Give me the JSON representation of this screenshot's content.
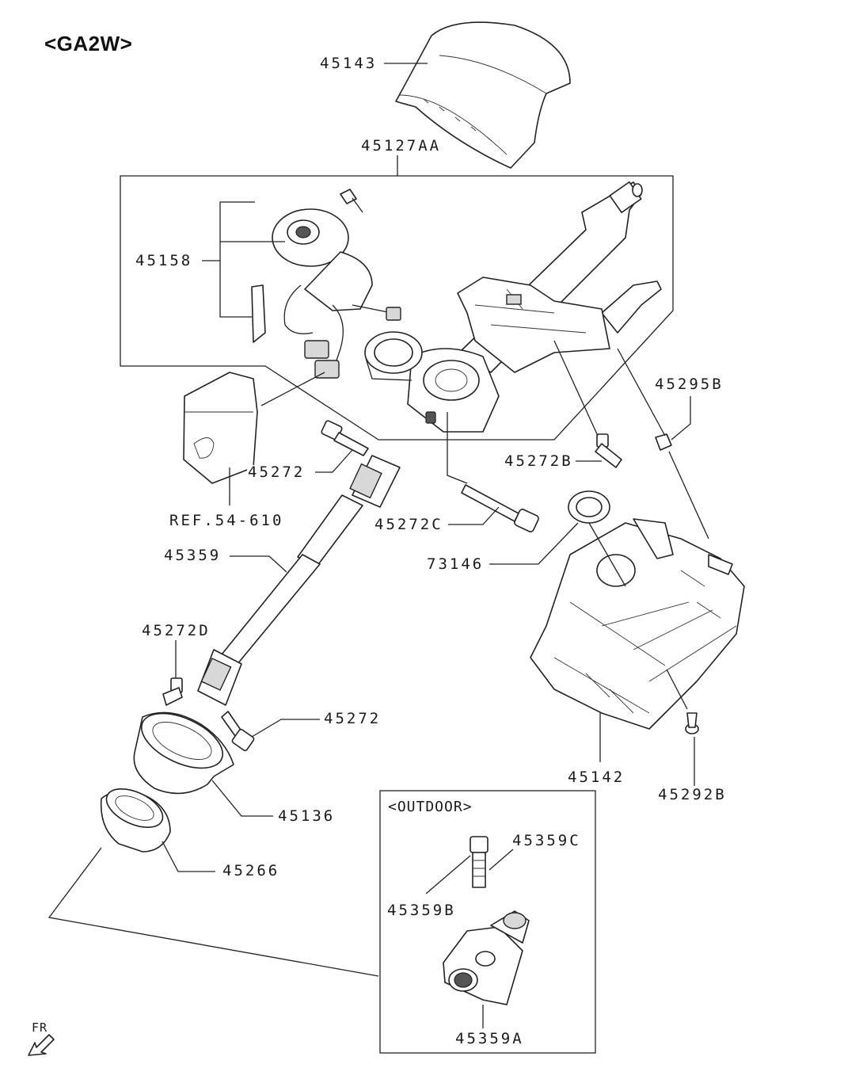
{
  "title": "<GA2W>",
  "fr_label": "FR",
  "outdoor_box_label": "<OUTDOOR>",
  "parts": {
    "p45143": "45143",
    "p45127AA": "45127AA",
    "p45158": "45158",
    "p45295B": "45295B",
    "p45272B": "45272B",
    "p45272_upper": "45272",
    "ref": "REF.54-610",
    "p45272C": "45272C",
    "p73146": "73146",
    "p45359": "45359",
    "p45272D": "45272D",
    "p45272_lower": "45272",
    "p45142": "45142",
    "p45292B": "45292B",
    "p45136": "45136",
    "p45266": "45266",
    "p45359C": "45359C",
    "p45359B": "45359B",
    "p45359A": "45359A"
  },
  "icons": [
    "front-direction-arrow-icon"
  ]
}
